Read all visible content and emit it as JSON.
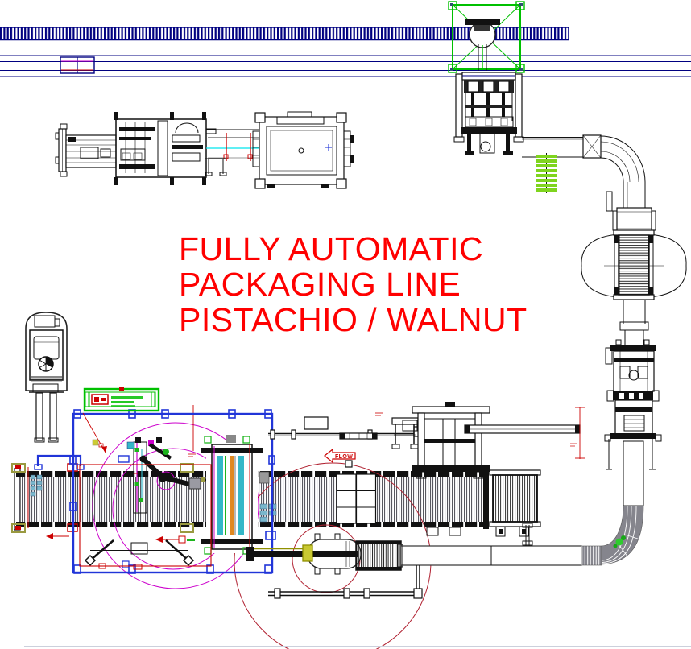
{
  "document": {
    "type": "cad-packaging-line-layout",
    "background": "#ffffff"
  },
  "title": {
    "lines": [
      "FULLY AUTOMATIC",
      "PACKAGING LINE",
      "PISTACHIO / WALNUT"
    ],
    "color": "#ff0000"
  },
  "labels": {
    "flow": "FLOW"
  },
  "palette": {
    "navy": "#000080",
    "drawing_red": "#cc0000",
    "envelope_red": "#b02030",
    "green": "#00c000",
    "chartreuse": "#7fd41e",
    "magenta": "#cc00cc",
    "fence_blue": "#2135d8",
    "chute_gray": "#85858d",
    "cyan": "#35b8c8",
    "steel_cyan": "#79b7cc",
    "orange": "#e08820",
    "olive": "#909000",
    "khaki": "#9a9a40",
    "floor_line": "#ccd0dc"
  }
}
